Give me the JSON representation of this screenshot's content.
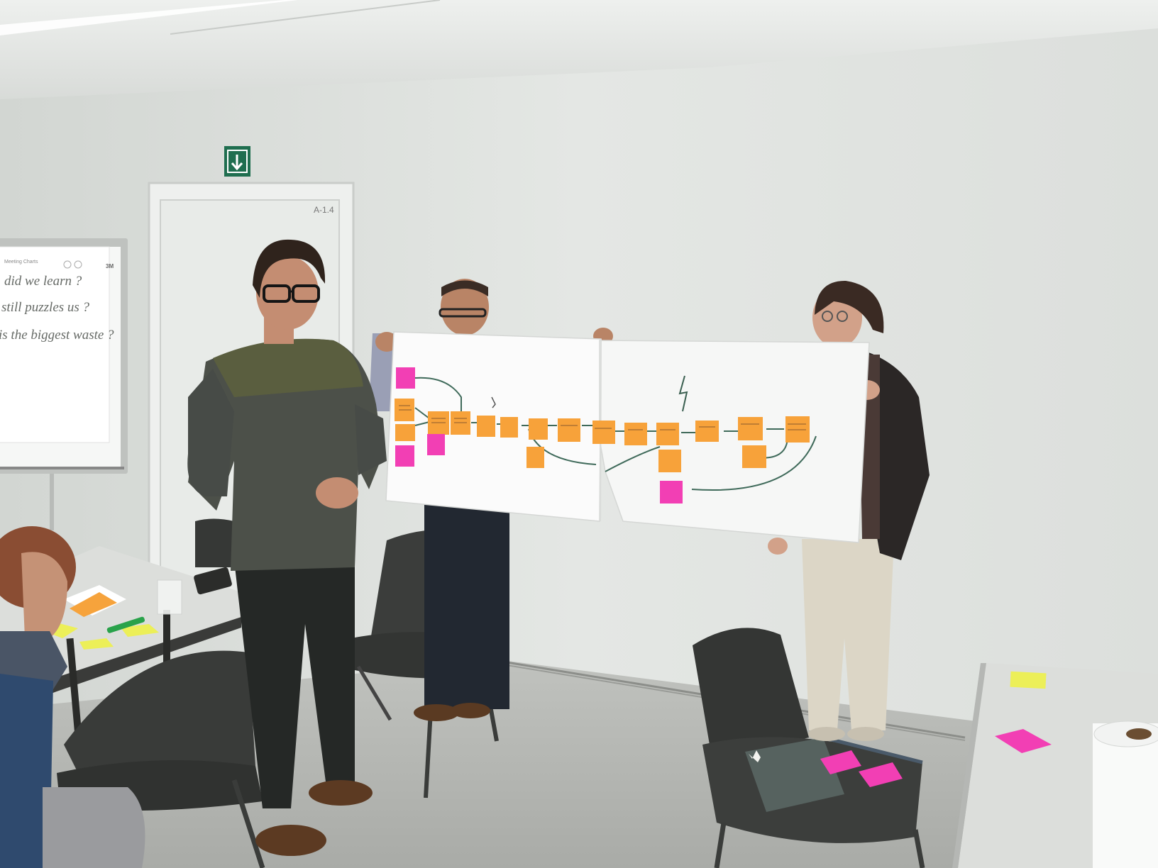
{
  "scene": {
    "door_number": "A-1.4",
    "flipchart": {
      "brand_title": "Meeting Charts",
      "brand_mark": "3M",
      "lines": [
        "did we learn ?",
        "still puzzles us ?",
        "is the biggest waste ?"
      ]
    },
    "colors": {
      "wall": "#e3e6e3",
      "floor": "#b8bab6",
      "sticky_orange": "#f7a23a",
      "sticky_pink": "#f23fb4",
      "sticky_yellow": "#ecef58"
    }
  }
}
